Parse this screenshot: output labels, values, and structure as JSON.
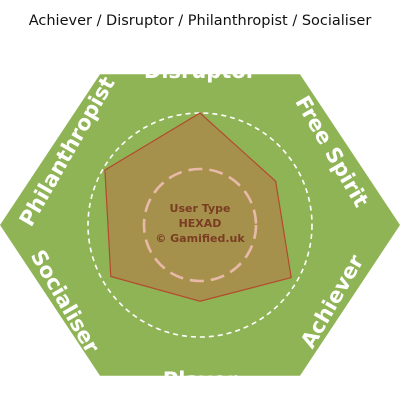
{
  "caption": "Achiever / Disruptor / Philanthropist / Socialiser",
  "hexagon": {
    "labels": {
      "top": "Disruptor",
      "top_right": "Free Spirit",
      "bottom_right": "Achiever",
      "bottom": "Player",
      "bottom_left": "Socialiser",
      "top_left": "Philanthropist"
    }
  },
  "center": {
    "line1": "User Type",
    "line2": "HEXAD",
    "line3": "© Gamified.uk"
  },
  "profile": {
    "axes": [
      "Disruptor",
      "Free Spirit",
      "Achiever",
      "Player",
      "Socialiser",
      "Philanthropist"
    ],
    "levels": [
      1.0,
      0.78,
      0.94,
      0.68,
      0.92,
      0.98
    ],
    "scale_circles": [
      0.5,
      1.0
    ]
  },
  "colors": {
    "hexagon_fill": "#8fb455",
    "profile_fill": "#a78e4c",
    "profile_stroke": "#b5492d",
    "inner_circle": "#e8b9a8",
    "outer_circle": "#ffffff",
    "center_text": "#7a3d22"
  }
}
